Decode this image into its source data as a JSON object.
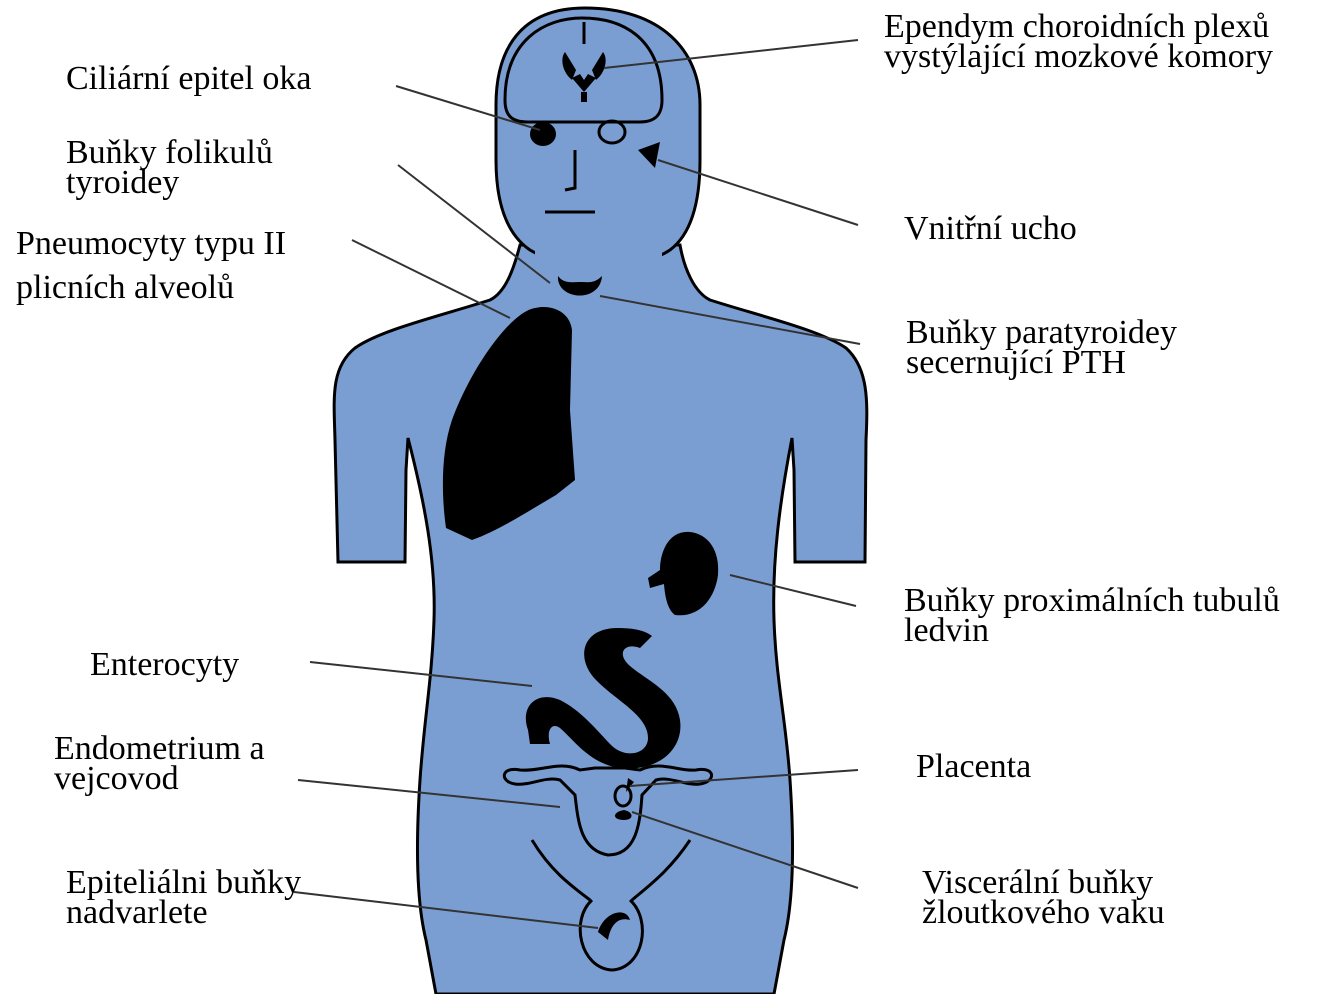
{
  "colors": {
    "body_fill": "#7b9ed2",
    "organ_fill": "#000000",
    "outline": "#000000",
    "leader_line": "#333333",
    "background": "#ffffff"
  },
  "labels": {
    "ependym": [
      "Ependym choroidních plexů",
      "vystýlající mozkové komory"
    ],
    "ciliarni": [
      "Ciliární epitel oka"
    ],
    "folikuly": [
      "Buňky folikulů",
      "tyroidey"
    ],
    "pneumocyty": [
      "Pneumocyty typu II",
      "plicních alveolů"
    ],
    "ucho": [
      "Vnitřní ucho"
    ],
    "paratyroidea": [
      "Buňky paratyroidey",
      "secernující PTH"
    ],
    "tubuly": [
      "Buňky proximálních tubulů",
      "ledvin"
    ],
    "enterocyty": [
      "Enterocyty"
    ],
    "endometrium": [
      "Endometrium a",
      "vejcovod"
    ],
    "placenta": [
      "Placenta"
    ],
    "epitelialni": [
      "Epiteliálni buňky",
      "nadvarlete"
    ],
    "visceralni": [
      "Viscerální buňky",
      "žloutkového vaku"
    ]
  }
}
